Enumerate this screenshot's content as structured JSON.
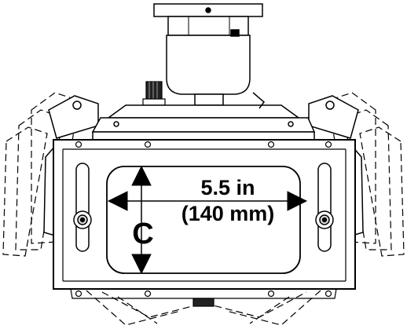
{
  "dimension": {
    "width_label_line1": "5.5 in",
    "width_label_line2": "(140 mm)",
    "height_label": "C"
  },
  "colors": {
    "line": "#000000",
    "background": "#ffffff",
    "shade": "#e6e6e6",
    "dark": "#1a1a1a"
  }
}
